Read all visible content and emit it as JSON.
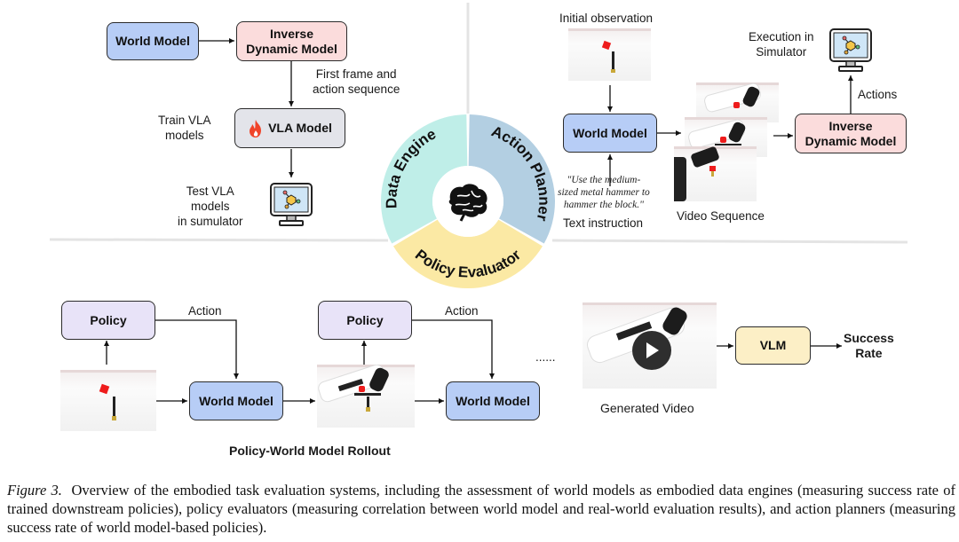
{
  "data_engine": {
    "world_model": "World Model",
    "inverse_dynamic_model": "Inverse Dynamic Model",
    "idm_line1": "Inverse",
    "idm_line2": "Dynamic Model",
    "first_frame_line1": "First frame and",
    "first_frame_line2": "action sequence",
    "train_line1": "Train VLA",
    "train_line2": "models",
    "vla_model": "VLA Model",
    "test_line1": "Test VLA",
    "test_line2": "models",
    "test_line3": "in sumulator"
  },
  "center_wheel": {
    "segments": [
      {
        "label": "Data Engine",
        "color": "#bfeee8"
      },
      {
        "label": "Action Planner",
        "color": "#b3cfe2"
      },
      {
        "label": "Policy Evaluator",
        "color": "#fbe9a4"
      }
    ],
    "center_icon": "brain-icon"
  },
  "action_planner": {
    "initial_observation": "Initial observation",
    "world_model": "World Model",
    "quote_line1": "\"Use the medium-",
    "quote_line2": "sized metal hammer to",
    "quote_line3": "hammer the block.\"",
    "text_instruction": "Text instruction",
    "video_sequence": "Video Sequence",
    "idm_line1": "Inverse",
    "idm_line2": "Dynamic Model",
    "actions": "Actions",
    "exec_line1": "Execution in",
    "exec_line2": "Simulator"
  },
  "policy_evaluator": {
    "policy_1": "Policy",
    "action_1": "Action",
    "world_model_1": "World Model",
    "policy_2": "Policy",
    "action_2": "Action",
    "world_model_2": "World Model",
    "ellipsis": "......",
    "rollout_title": "Policy-World Model Rollout",
    "generated_video": "Generated Video",
    "vlm": "VLM",
    "success_line1": "Success",
    "success_line2": "Rate"
  },
  "caption": {
    "figure_label": "Figure 3.",
    "text": "Overview of the embodied task evaluation systems, including the assessment of world models as embodied data engines (measuring success rate of trained downstream policies), policy evaluators (measuring correlation between world model and real-world evaluation results), and action planners (measuring success rate of world model-based policies)."
  },
  "colors": {
    "world_model_box": "#b7cdf6",
    "idm_box": "#fbdcdc",
    "vla_box": "#e3e4ea",
    "policy_box": "#e8e3f8",
    "vlm_box": "#fcefc6",
    "flame": "#f0442a"
  }
}
